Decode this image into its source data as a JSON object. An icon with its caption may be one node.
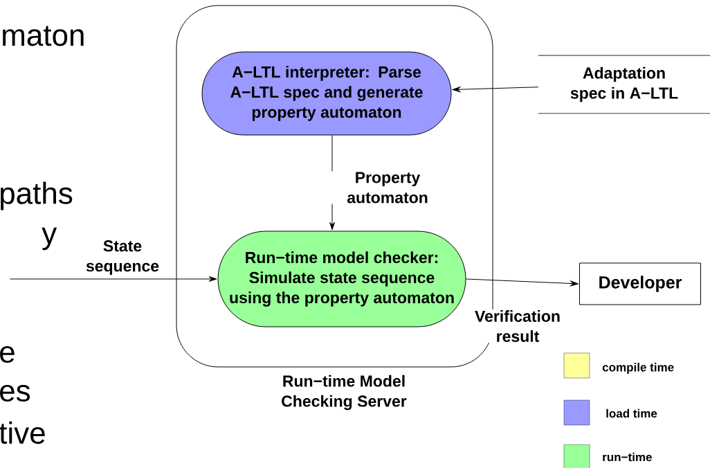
{
  "diagram": {
    "nodes": [
      {
        "text": [
          "Run−time Model Checking Server"
        ]
      },
      {
        "text": [
          "A−LTL interpreter: Parse A−LTL spec and generate property automaton"
        ],
        "in": 0
      },
      {
        "text": [
          "Run−time model checker: Simulate state sequence using the property automaton"
        ],
        "in": 0
      },
      {
        "text": [
          "Adaptation spec in A−LTL"
        ]
      },
      {
        "text": [
          "Developer"
        ]
      }
    ],
    "edges": [
      {
        "from": 3,
        "to": 1,
        "arrow": "to"
      },
      {
        "from": 1,
        "to": 2,
        "arrow": "to",
        "label": "Property automaton"
      },
      {
        "from": null,
        "to": 2,
        "arrow": "to",
        "label": "State sequence"
      },
      {
        "from": 2,
        "to": 4,
        "arrow": "to",
        "label": "Verification result"
      }
    ],
    "labels": [
      "maton",
      "paths",
      "y",
      "e",
      "es",
      "tive"
    ],
    "legend": [
      {
        "text": "compile time",
        "color": "#ffff99"
      },
      {
        "text": "load time",
        "color": "#9999ff"
      },
      {
        "text": "run−time",
        "color": "#99ff99"
      }
    ]
  }
}
